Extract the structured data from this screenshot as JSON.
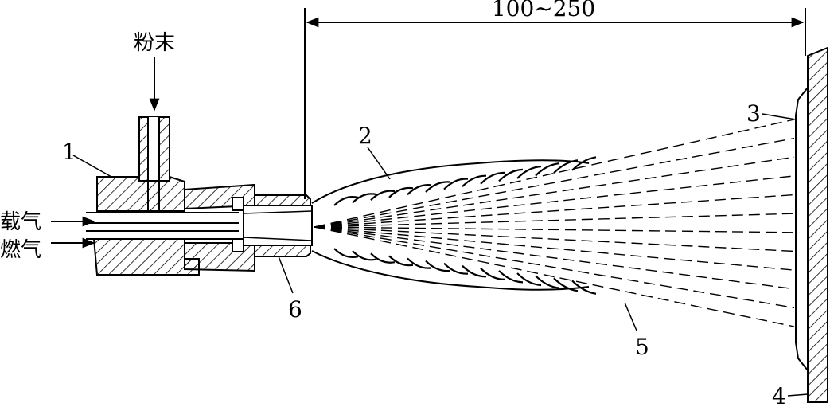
{
  "dimension": "100~250",
  "inputs": {
    "powder": "粉末",
    "carrier_gas": "载气",
    "fuel_gas": "燃气"
  },
  "callouts": [
    "1",
    "2",
    "3",
    "4",
    "5",
    "6"
  ],
  "colors": {
    "ink": "#000000",
    "paper": "#ffffff"
  }
}
